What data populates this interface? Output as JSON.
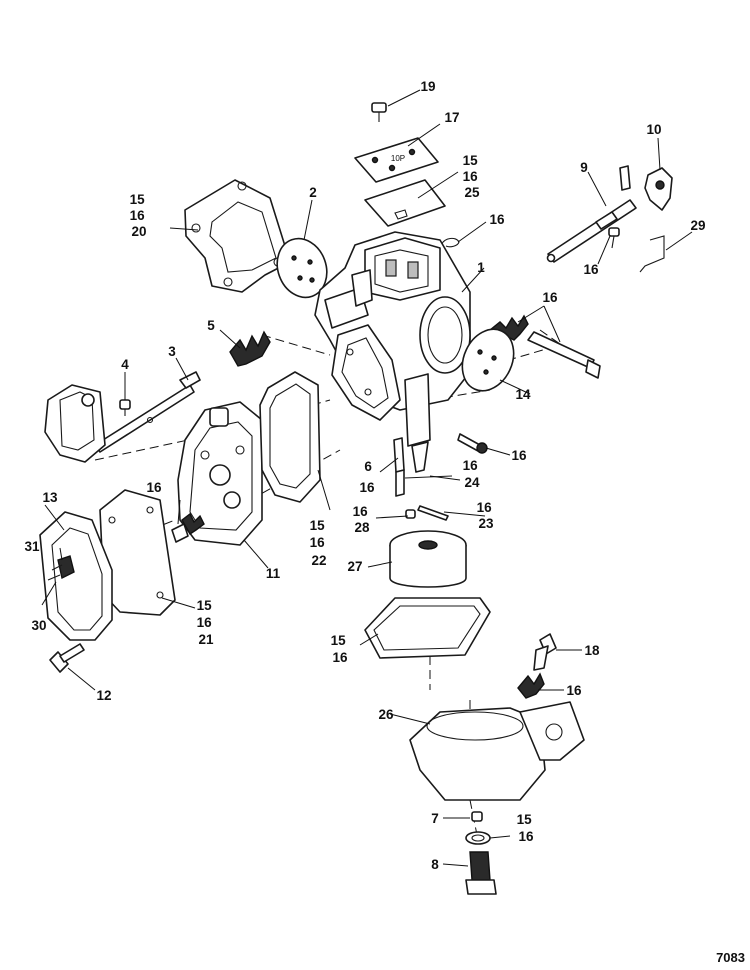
{
  "figure": {
    "number": "7083",
    "plate_marking": "10P"
  },
  "callouts": [
    {
      "id": "c19",
      "lines": [
        "19"
      ]
    },
    {
      "id": "c17",
      "lines": [
        "17"
      ]
    },
    {
      "id": "c10",
      "lines": [
        "10"
      ]
    },
    {
      "id": "c9",
      "lines": [
        "9"
      ]
    },
    {
      "id": "c15-16-25",
      "lines": [
        "15",
        "16",
        "25"
      ]
    },
    {
      "id": "c15-16-20",
      "lines": [
        "15",
        "16",
        "20"
      ]
    },
    {
      "id": "c2",
      "lines": [
        "2"
      ]
    },
    {
      "id": "c16-top",
      "lines": [
        "16"
      ]
    },
    {
      "id": "c29",
      "lines": [
        "29"
      ]
    },
    {
      "id": "c16-screw",
      "lines": [
        "16"
      ]
    },
    {
      "id": "c1",
      "lines": [
        "1"
      ]
    },
    {
      "id": "c16-rod",
      "lines": [
        "16"
      ]
    },
    {
      "id": "c5",
      "lines": [
        "5"
      ]
    },
    {
      "id": "c3",
      "lines": [
        "3"
      ]
    },
    {
      "id": "c4",
      "lines": [
        "4"
      ]
    },
    {
      "id": "c14",
      "lines": [
        "14"
      ]
    },
    {
      "id": "c16-needle",
      "lines": [
        "16"
      ]
    },
    {
      "id": "c6-16",
      "lines": [
        "6",
        "16"
      ]
    },
    {
      "id": "c16-24",
      "lines": [
        "16",
        "24"
      ]
    },
    {
      "id": "c13",
      "lines": [
        "13"
      ]
    },
    {
      "id": "c16-plug",
      "lines": [
        "16"
      ]
    },
    {
      "id": "c16-28",
      "lines": [
        "16",
        "28"
      ]
    },
    {
      "id": "c16-23",
      "lines": [
        "16",
        "23"
      ]
    },
    {
      "id": "c31",
      "lines": [
        "31"
      ]
    },
    {
      "id": "c15-16-22",
      "lines": [
        "15",
        "16",
        "22"
      ]
    },
    {
      "id": "c27",
      "lines": [
        "27"
      ]
    },
    {
      "id": "c11",
      "lines": [
        "11"
      ]
    },
    {
      "id": "c30",
      "lines": [
        "30"
      ]
    },
    {
      "id": "c15-16-21",
      "lines": [
        "15",
        "16",
        "21"
      ]
    },
    {
      "id": "c18",
      "lines": [
        "18"
      ]
    },
    {
      "id": "c15-16-bowl",
      "lines": [
        "15",
        "16"
      ]
    },
    {
      "id": "c12",
      "lines": [
        "12"
      ]
    },
    {
      "id": "c16-bolt",
      "lines": [
        "16"
      ]
    },
    {
      "id": "c26",
      "lines": [
        "26"
      ]
    },
    {
      "id": "c7",
      "lines": [
        "7"
      ]
    },
    {
      "id": "c15-16-washer",
      "lines": [
        "15",
        "16"
      ]
    },
    {
      "id": "c8",
      "lines": [
        "8"
      ]
    }
  ]
}
